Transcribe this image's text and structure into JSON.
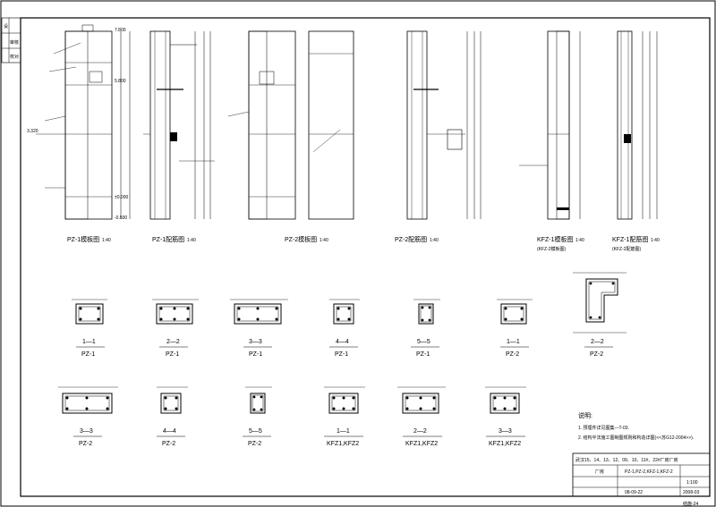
{
  "elevations": [
    {
      "title": "PZ-1模板图",
      "scale": "1:40"
    },
    {
      "title": "PZ-1配筋图",
      "scale": "1:40"
    },
    {
      "title": "PZ-2模板图",
      "scale": "1:40"
    },
    {
      "title": "PZ-2配筋图",
      "scale": "1:40"
    },
    {
      "title": "KFZ-1模板图",
      "scale": "1:40",
      "sub": "(KFZ-2模板图)"
    },
    {
      "title": "KFZ-1配筋图",
      "scale": "1:40",
      "sub": "(KFZ-2配筋图)"
    }
  ],
  "levels": {
    "top": "7.800",
    "mid": "5.800",
    "crane": "3.320",
    "ground": "±0.000",
    "base": "-0.500"
  },
  "sections_row1": [
    {
      "id": "1—1",
      "member": "PZ-1"
    },
    {
      "id": "2—2",
      "member": "PZ-1"
    },
    {
      "id": "3—3",
      "member": "PZ-1"
    },
    {
      "id": "4—4",
      "member": "PZ-1"
    },
    {
      "id": "5—5",
      "member": "PZ-1"
    },
    {
      "id": "1—1",
      "member": "PZ-2"
    },
    {
      "id": "2—2",
      "member": "PZ-2"
    }
  ],
  "sections_row2": [
    {
      "id": "3—3",
      "member": "PZ-2"
    },
    {
      "id": "4—4",
      "member": "PZ-2"
    },
    {
      "id": "5—5",
      "member": "PZ-2"
    },
    {
      "id": "1—1",
      "member": "KFZ1,KFZ2"
    },
    {
      "id": "2—2",
      "member": "KFZ1,KFZ2"
    },
    {
      "id": "3—3",
      "member": "KFZ1,KFZ2"
    }
  ],
  "notes": {
    "heading": "说明:",
    "line1": "1. 预埋件详见图集—T-03.",
    "line2": "2. 结构平法施工图制图规则和构造详图(<<苏G12-2004>>)."
  },
  "title_block": {
    "project": "武汉15、14、13、12、09、10、11#、22#厂房厂房",
    "client": "厂房",
    "drawing": "PZ-1,PZ-2,KFZ-1,KFZ-2",
    "scale": "1:100",
    "date": "2008-03",
    "sheet_no": "结施-24",
    "number": "08-09-22"
  },
  "left_strip": {
    "a": "设",
    "b": "校对",
    "c": "审核"
  }
}
